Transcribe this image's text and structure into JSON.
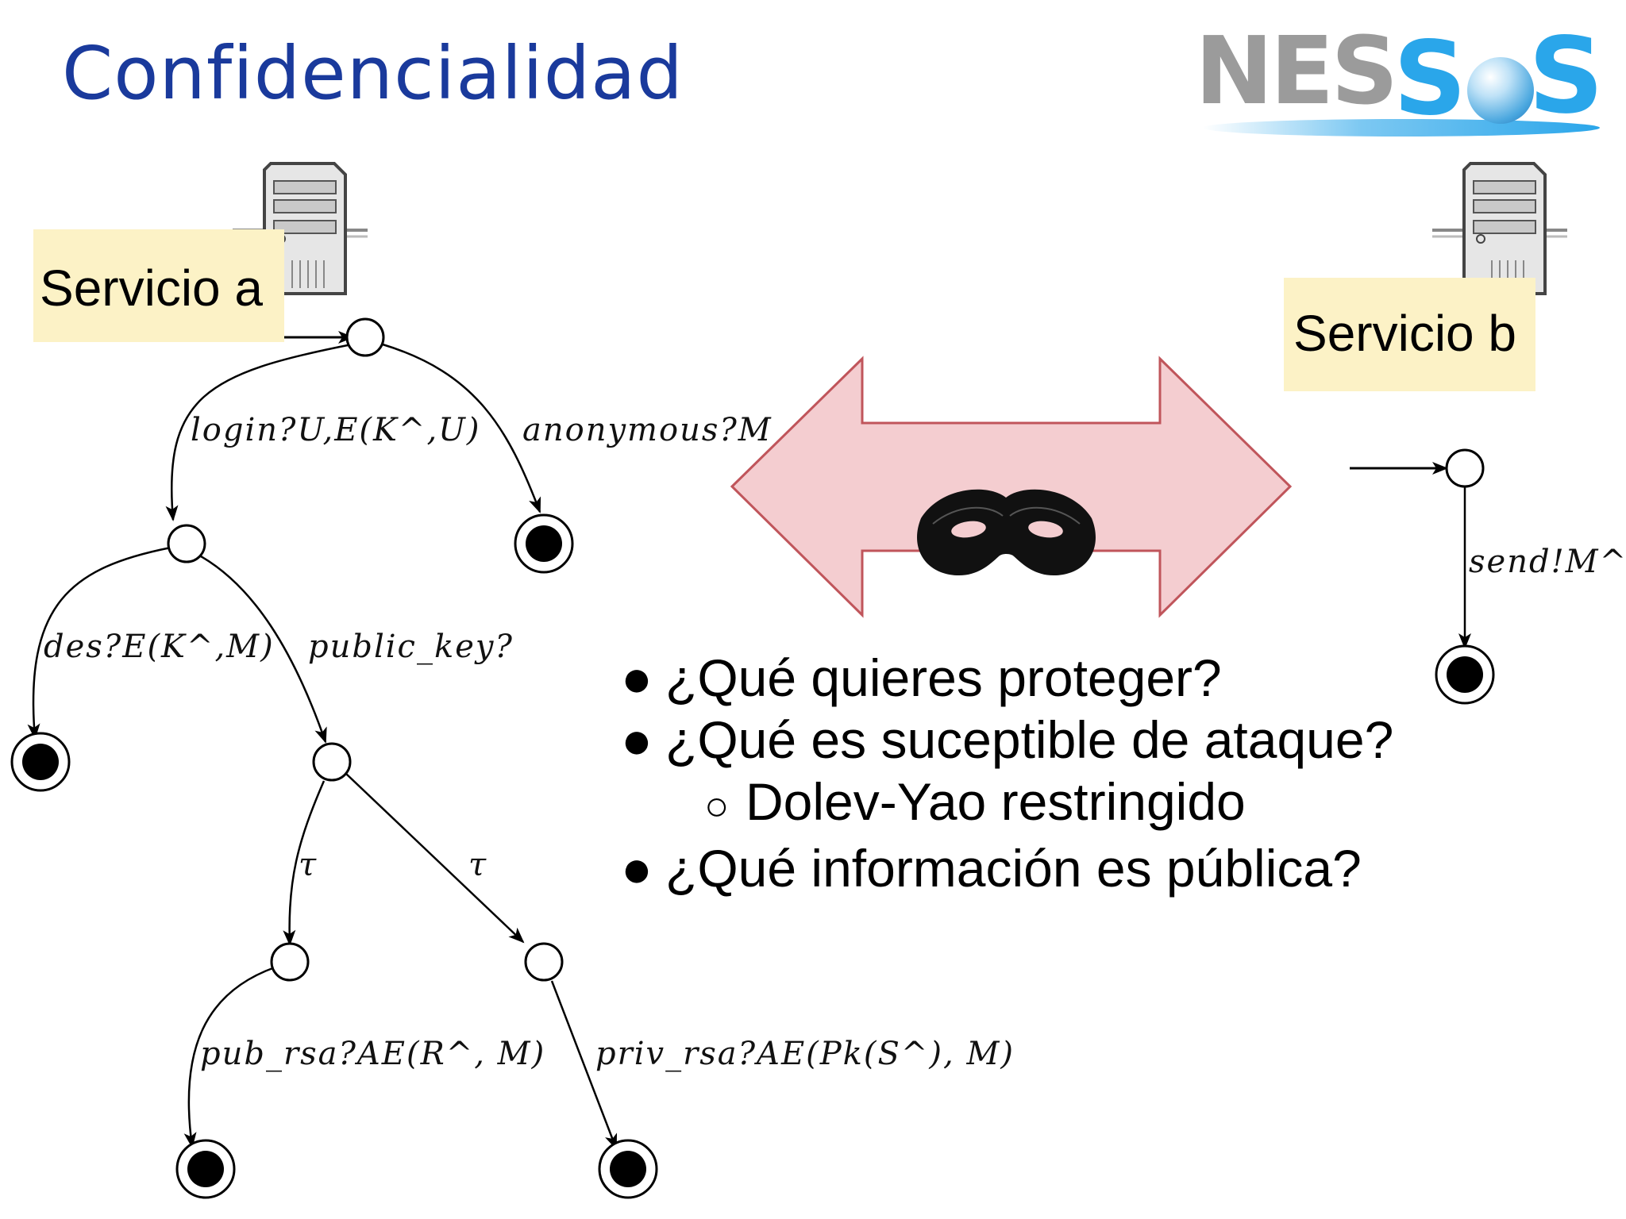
{
  "slide": {
    "title": "Confidencialidad",
    "logo_text": "NESSoS",
    "logo_prefix": "NES",
    "logo_s1": "S",
    "logo_s2": "S"
  },
  "services": {
    "a": "Servicio a",
    "b": "Servicio b"
  },
  "edges": {
    "login": "login?U,E(K^,U)",
    "anonymous": "anonymous?M",
    "des": "des?E(K^,M)",
    "public_key": "public_key?",
    "tau_left": "τ",
    "tau_right": "τ",
    "pub_rsa": "pub_rsa?AE(R^, M)",
    "priv_rsa": "priv_rsa?AE(Pk(S^), M)",
    "send": "send!M^"
  },
  "bullets": [
    {
      "marker": "●",
      "text": "¿Qué quieres proteger?"
    },
    {
      "marker": "●",
      "text": "¿Qué es suceptible de ataque?"
    },
    {
      "marker": "○",
      "text": "Dolev-Yao restringido"
    },
    {
      "marker": "●",
      "text": "¿Qué información es pública?"
    }
  ],
  "colors": {
    "title": "#1a3a9c",
    "label_bg": "#fcf2c6",
    "arrow_fill": "#f4cdd0",
    "arrow_stroke": "#c0555b",
    "logo_gray": "#9b9b9b",
    "logo_blue": "#2aa6ea"
  },
  "icons": {
    "server": "server-icon",
    "mask": "attacker-mask-icon",
    "arrow": "double-headed-arrow"
  }
}
